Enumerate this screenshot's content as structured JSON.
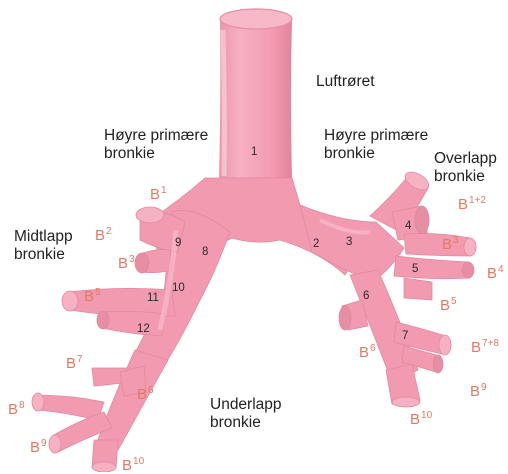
{
  "labels": {
    "trachea": "Luftrøret",
    "right_primary_line1": "Høyre primære",
    "right_primary_line2": "bronkie",
    "left_primary_line1": "Høyre primære",
    "left_primary_line2": "bronkie",
    "upper_lobe_line1": "Overlapp",
    "upper_lobe_line2": "bronkie",
    "middle_lobe_line1": "Midtlapp",
    "middle_lobe_line2": "bronkie",
    "lower_lobe_line1": "Underlapp",
    "lower_lobe_line2": "bronkie"
  },
  "numbers": [
    "1",
    "2",
    "3",
    "4",
    "5",
    "6",
    "7",
    "8",
    "9",
    "10",
    "11",
    "12"
  ],
  "segments": {
    "letter": "B",
    "right": [
      "1",
      "2",
      "3",
      "5",
      "7",
      "6",
      "8",
      "9",
      "10"
    ],
    "left": [
      "1+2",
      "3",
      "4",
      "5",
      "6",
      "7+8",
      "9",
      "10"
    ]
  },
  "colors": {
    "airway": "#f29bb0",
    "airway_dark": "#d97c94",
    "airway_light": "#f8c2cf",
    "segment_label": "#e07a63",
    "text": "#222222"
  }
}
